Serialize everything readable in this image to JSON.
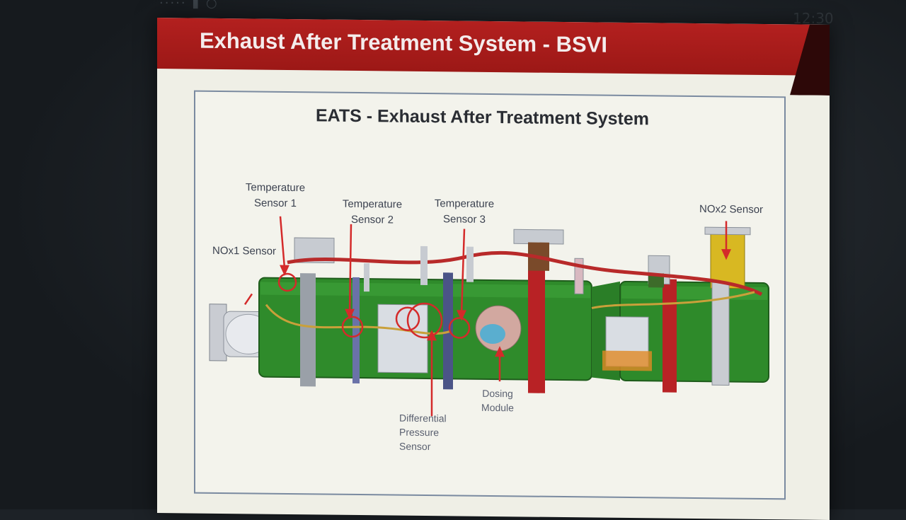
{
  "slide": {
    "title": "Exhaust After Treatment System - BSVI"
  },
  "diagram": {
    "title": "EATS - Exhaust After Treatment System",
    "labels": {
      "temp_sensor_1": "Temperature Sensor 1",
      "temp_sensor_2": "Temperature Sensor 2",
      "temp_sensor_3": "Temperature Sensor 3",
      "nox1_sensor": "NOx1 Sensor",
      "nox2_sensor": "NOx2 Sensor",
      "dosing_module": "Dosing Module",
      "diff_pressure_sensor": "Differential Pressure Sensor"
    }
  },
  "colors": {
    "header_red": "#b3201f",
    "body_green": "#2e8a2a",
    "wire_red": "#c0282a",
    "callout_red": "#d42a2a"
  },
  "icons": [
    "exhaust-pipe-body",
    "sensor-callout-circle",
    "arrow-pointer"
  ]
}
